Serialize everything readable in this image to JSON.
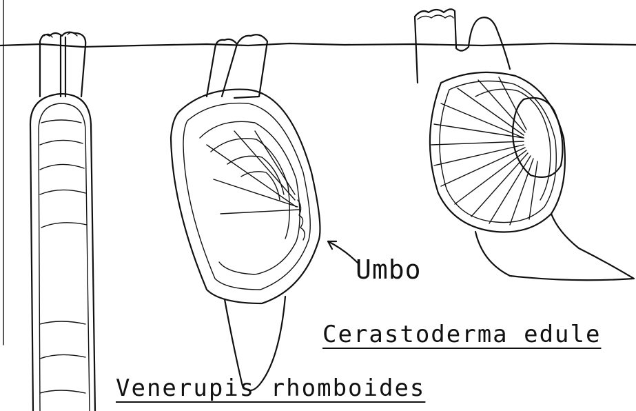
{
  "labels": {
    "umbo": "Umbo",
    "species_cockle": "Cerastoderma edule",
    "species_venerupis": "Venerupis rhomboides"
  }
}
